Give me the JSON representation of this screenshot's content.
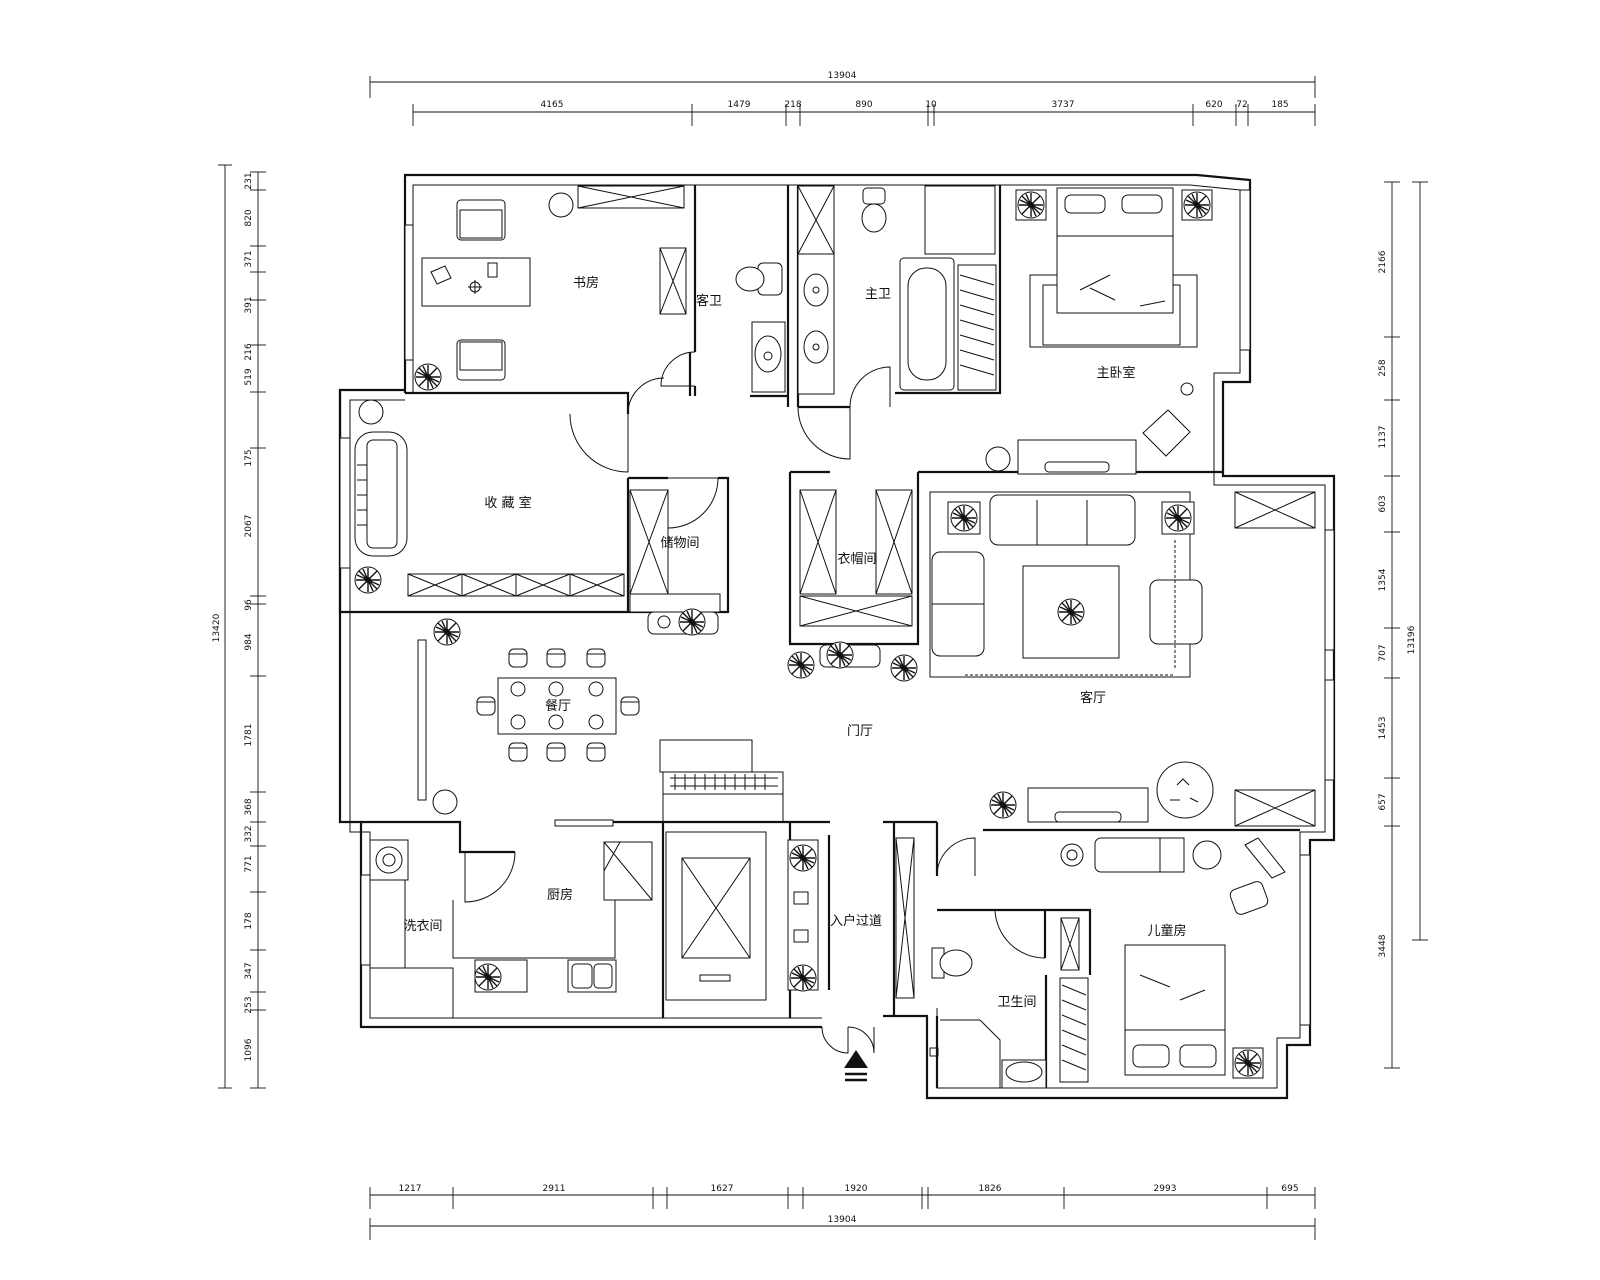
{
  "rooms": {
    "study": "书房",
    "guest_bath": "客卫",
    "master_bath": "主卫",
    "master_bedroom": "主卧室",
    "collection": "收 藏 室",
    "storage": "储物间",
    "cloakroom": "衣帽间",
    "living": "客厅",
    "dining": "餐厅",
    "foyer": "门厅",
    "laundry": "洗衣间",
    "kitchen": "厨房",
    "entry_passage": "入户过道",
    "bathroom": "卫生间",
    "kids_room": "儿童房"
  },
  "dims_top": {
    "total": "13904",
    "segments": [
      "4165",
      "1479",
      "218",
      "890",
      "10",
      "3737",
      "620",
      "72",
      "185"
    ]
  },
  "dims_bottom": {
    "total": "13904",
    "segments": [
      "1217",
      "2911",
      "1627",
      "1920",
      "1826",
      "2993",
      "695"
    ]
  },
  "dims_left": {
    "total": "13420",
    "segments": [
      "231",
      "820",
      "371",
      "391",
      "216",
      "519",
      "175",
      "2067",
      "96",
      "984",
      "1781",
      "368",
      "332",
      "771",
      "178",
      "347",
      "253",
      "1096"
    ]
  },
  "dims_right": {
    "total": "13196",
    "segments": [
      "2166",
      "258",
      "1137",
      "603",
      "1354",
      "707",
      "1453",
      "657",
      "3448"
    ]
  },
  "colors": {
    "line": "#111111",
    "background": "#ffffff"
  }
}
